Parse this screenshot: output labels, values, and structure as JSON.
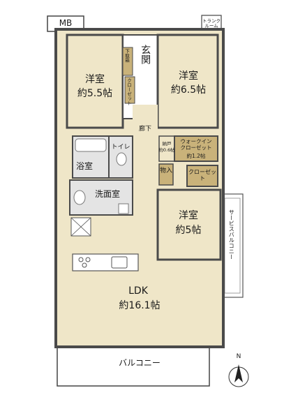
{
  "plan": {
    "top_note": "",
    "rooms": {
      "mb": "MB",
      "trunk_room": "トランクルーム",
      "entrance": "玄関",
      "shoe_closet": "下駄箱",
      "closet_small": "クローゼット",
      "west_room_1": {
        "name": "洋室",
        "size": "約5.5帖"
      },
      "west_room_2": {
        "name": "洋室",
        "size": "約6.5帖"
      },
      "hallway": "廊下",
      "storage_nando": {
        "name": "納戸",
        "size": "約0.6帖"
      },
      "walk_in_closet": {
        "name": "ウォークイン\nクローゼット",
        "size": "約1.2帖"
      },
      "toilet": "トイレ",
      "bath": "浴室",
      "storage_mono": "物入",
      "closet": "クローゼット",
      "washroom": "洗面室",
      "west_room_3": {
        "name": "洋室",
        "size": "約5帖"
      },
      "service_balcony": "サービスバルコニー",
      "ldk": {
        "name": "LDK",
        "size": "約16.1帖"
      },
      "balcony": "バルコニー"
    },
    "compass": "N",
    "colors": {
      "room_fill": "#efe6c8",
      "wall": "#4a4a4a",
      "wet_area": "#e4e4e4",
      "closet_fill": "#c9b27a"
    }
  }
}
